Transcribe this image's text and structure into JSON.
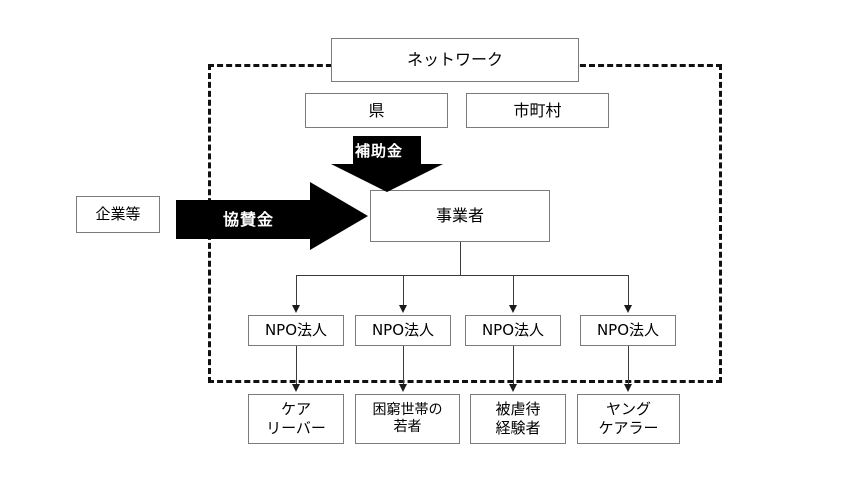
{
  "diagram": {
    "title_region": {
      "name": "network-boundary",
      "style": "dashed"
    },
    "nodes": {
      "network": {
        "label": "ネットワーク"
      },
      "prefecture": {
        "label": "県"
      },
      "municipality": {
        "label": "市町村"
      },
      "company": {
        "label": "企業等"
      },
      "operator": {
        "label": "事業者"
      },
      "npo1": {
        "label": "NPO法人"
      },
      "npo2": {
        "label": "NPO法人"
      },
      "npo3": {
        "label": "NPO法人"
      },
      "npo4": {
        "label": "NPO法人"
      }
    },
    "beneficiaries": [
      {
        "line1": "ケア",
        "line2": "リーバー"
      },
      {
        "line1": "困窮世帯の",
        "line2": "若者"
      },
      {
        "line1": "被虐待",
        "line2": "経験者"
      },
      {
        "line1": "ヤング",
        "line2": "ケアラー"
      }
    ],
    "flows": {
      "subsidy": {
        "label": "補助金",
        "direction": "down"
      },
      "sponsorship": {
        "label": "協賛金",
        "direction": "right"
      }
    },
    "colors": {
      "arrow_fill": "#000000",
      "arrow_text": "#ffffff",
      "box_border": "#7b7b7b",
      "dashed_border": "#111111",
      "connector": "#3b3b3b",
      "background": "#ffffff"
    }
  }
}
